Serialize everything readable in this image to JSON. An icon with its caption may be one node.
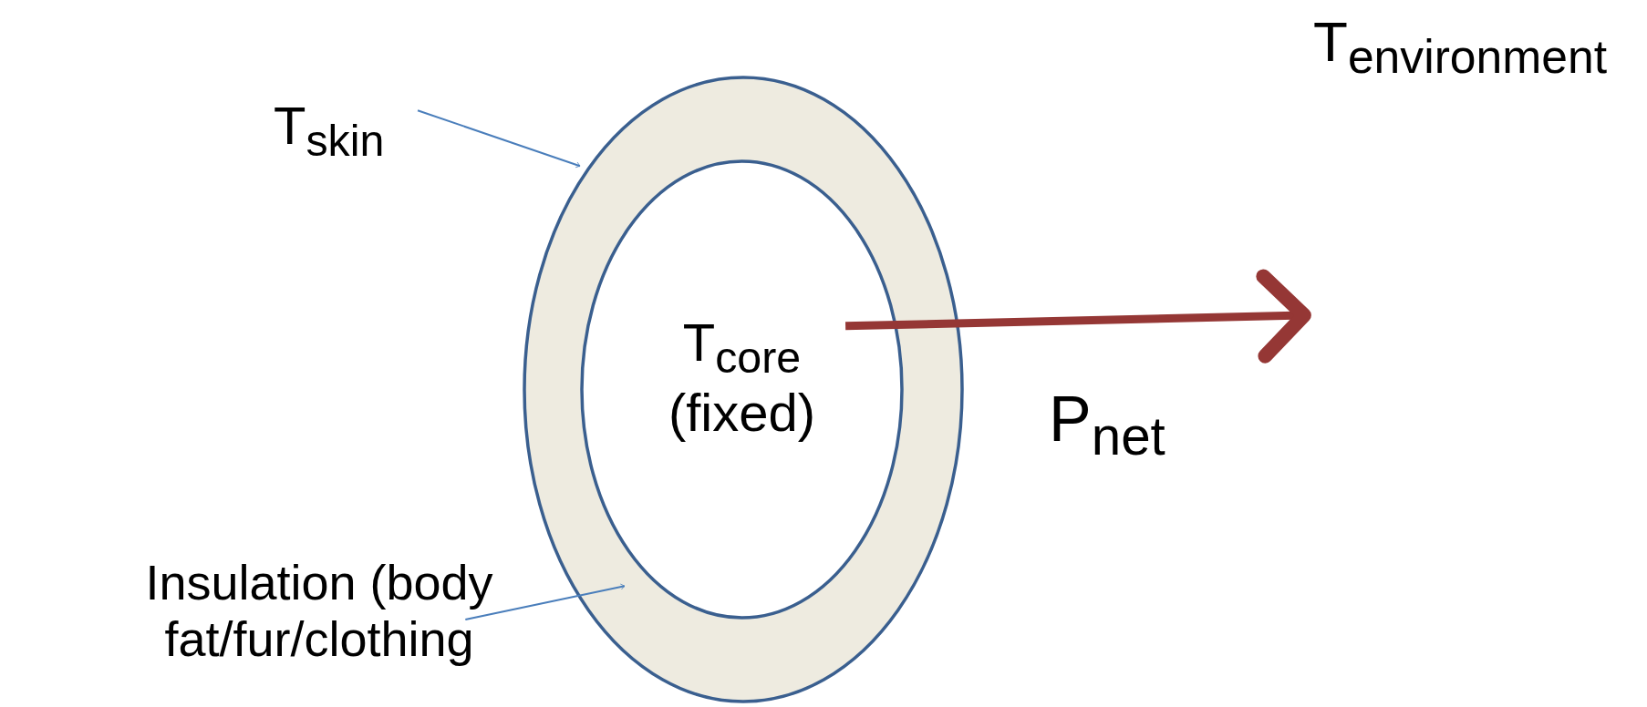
{
  "diagram": {
    "nodes": [
      {
        "text": [],
        "shape": "ellipse"
      },
      {
        "text": [
          "T$_{core}$ (fixed)"
        ],
        "in": 0
      },
      {
        "text": [
          "T$_{skin}$"
        ]
      },
      {
        "text": [
          "Insulation (body fat/fur/clothing"
        ]
      }
    ],
    "edges": [
      {
        "from": 2,
        "to": 0,
        "arrow": "to",
        "color": "#4a7ebb"
      },
      {
        "from": 3,
        "to": 0,
        "arrow": "to",
        "color": "#4a7ebb"
      },
      {
        "from": 1,
        "to": null,
        "arrow": "to",
        "label": "P$_{net}$",
        "style": "thick",
        "color": "#953735"
      }
    ],
    "labels": [
      "T$_{environment}$"
    ]
  }
}
